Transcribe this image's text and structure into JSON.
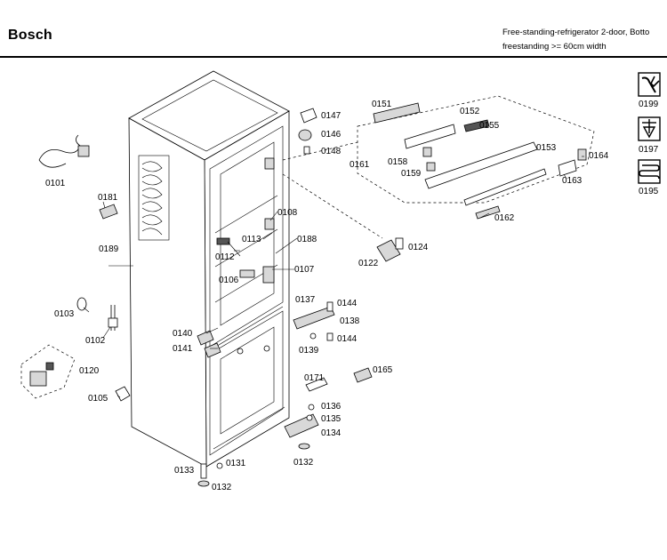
{
  "header": {
    "brand": "Bosch",
    "description_line1": "Free-standing-refrigerator 2-door, Botto",
    "description_line2": "freestanding >= 60cm width"
  },
  "icons": [
    {
      "code": "0199",
      "icon": "repair-tools-icon"
    },
    {
      "code": "0197",
      "icon": "funnel-arrow-icon"
    },
    {
      "code": "0195",
      "icon": "coil-icon"
    }
  ],
  "parts": [
    "0101",
    "0181",
    "0189",
    "0103",
    "0102",
    "0120",
    "0105",
    "0133",
    "0131",
    "0132",
    "0106",
    "0112",
    "0113",
    "0108",
    "0188",
    "0107",
    "0140",
    "0141",
    "0147",
    "0146",
    "0148",
    "0151",
    "0152",
    "0155",
    "0153",
    "0158",
    "0159",
    "0161",
    "0164",
    "0163",
    "0162",
    "0122",
    "0124",
    "0137",
    "0144",
    "0138",
    "0139",
    "0165",
    "0171",
    "0136",
    "0135",
    "0134"
  ]
}
